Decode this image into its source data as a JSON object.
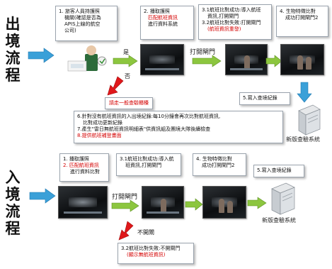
{
  "exit": {
    "title_chars": [
      "出",
      "境",
      "流",
      "程"
    ],
    "step1": {
      "num": "1.",
      "lines": [
        "旅客人員持護照",
        "機關(確認是否為",
        "APIS上線的航空",
        "公司)"
      ]
    },
    "step2": {
      "num": "2.",
      "line1": "播取護照",
      "line2_red": "匹配航班資訊",
      "line3": "進行資料系統"
    },
    "step3": {
      "line1": "3.1航班比對成功:導入航班",
      "line2": "資訊,打開閘門",
      "line3": "3.2航班比對失敗:打開閘門",
      "line4_red": "(航班資訊重發)"
    },
    "step4": {
      "num": "4.",
      "lines": [
        "生物特徵比對",
        "成功打開閘門2"
      ]
    },
    "step5": {
      "text": "5.寫入查境紀錄"
    },
    "yes_label": "是",
    "no_label": "否",
    "gate_label": "打開閘門",
    "warning": "請走一般查驗櫃檯",
    "notes": [
      {
        "text": "6.針對沒有航班資訊的入出境紀錄:每10分鐘會再次比對航班資訊,",
        "red": false
      },
      {
        "text": "比對成功更新紀錄",
        "red": false
      },
      {
        "text": "7.產生\"雷日無航班資訊明細表\"供資訊組及團境大隊後續檢查",
        "red": false
      },
      {
        "text": "8.提供航班補登畫面",
        "red": true
      }
    ],
    "system_caption": "新版查驗系統"
  },
  "entry": {
    "title_chars": [
      "入",
      "境",
      "流",
      "程"
    ],
    "step1": {
      "line1": "1. 播取護照",
      "line2_red": "2. 匹配航班資訊",
      "line3": "進行資料比對"
    },
    "step3": {
      "lines": [
        "3.1航班比對成功:導入航",
        "班資訊,打開閘門"
      ]
    },
    "step4": {
      "num": "4.",
      "lines": [
        "生物特徵比對",
        "成功打開閘門2"
      ]
    },
    "step5": {
      "text": "5.寫入查境紀錄"
    },
    "gate_label": "打開閘門",
    "fail_label": "不開閘",
    "fail_box": {
      "line1": "3.2航班比對失敗:不開閘門",
      "line2_red": "(顯示無航班資訊)"
    },
    "system_caption": "新版查驗系統"
  },
  "colors": {
    "blue_arrow": "#3aa0d8",
    "green_arrow": "#8cc63f",
    "red_arrow": "#e0171a",
    "red_text": "#d40000"
  },
  "icons": [
    "block-arrow-right-icon",
    "block-arrow-down-icon",
    "server-icon",
    "officer-icon"
  ]
}
